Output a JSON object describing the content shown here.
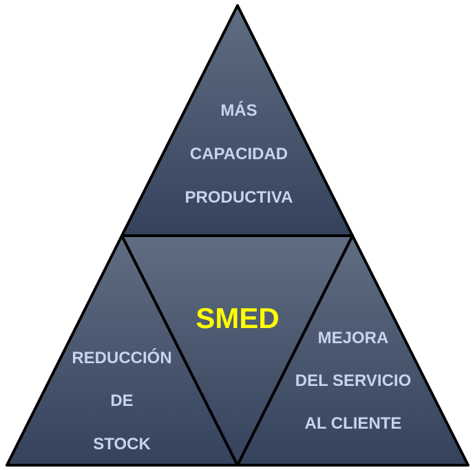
{
  "diagram": {
    "center": "SMED",
    "top": [
      "MÁS",
      "CAPACIDAD",
      "PRODUCTIVA"
    ],
    "left": [
      "REDUCCIÓN",
      "DE",
      "STOCK"
    ],
    "right": [
      "MEJORA",
      "DEL SERVICIO",
      "AL CLIENTE"
    ]
  },
  "colors": {
    "fill_top": "#606d82",
    "fill_bottom": "#34425c",
    "text": "#c9d3ec",
    "center_text": "#ffff00",
    "stroke": "#000000"
  }
}
